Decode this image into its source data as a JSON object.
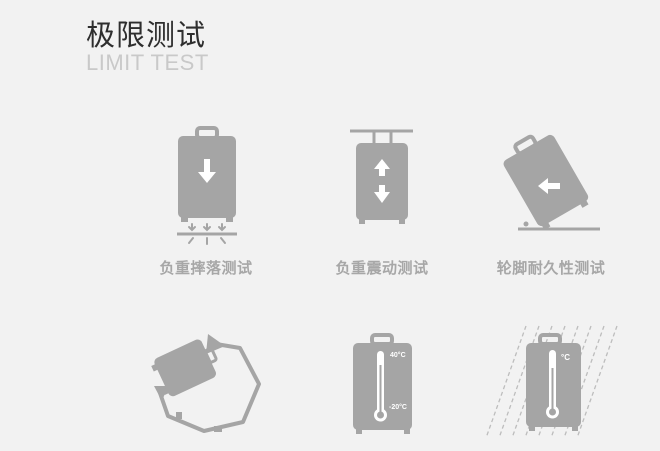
{
  "header": {
    "title": "极限测试",
    "subtitle": "LIMIT TEST"
  },
  "colors": {
    "icon": "#a5a5a5",
    "light": "#ffffff",
    "caption": "#a7a7a7",
    "background": "#f2f2f2"
  },
  "tests": [
    {
      "label": "负重摔落测试",
      "icon": "luggage-drop-icon"
    },
    {
      "label": "负重震动测试",
      "icon": "luggage-vibration-icon"
    },
    {
      "label": "轮脚耐久性测试",
      "icon": "wheel-durability-icon"
    },
    {
      "label": "",
      "icon": "tumble-rotation-icon"
    },
    {
      "label": "",
      "icon": "temperature-icon",
      "high": "40°C",
      "low": "-20°C"
    },
    {
      "label": "",
      "icon": "rain-temperature-icon",
      "unit": "°C"
    }
  ]
}
